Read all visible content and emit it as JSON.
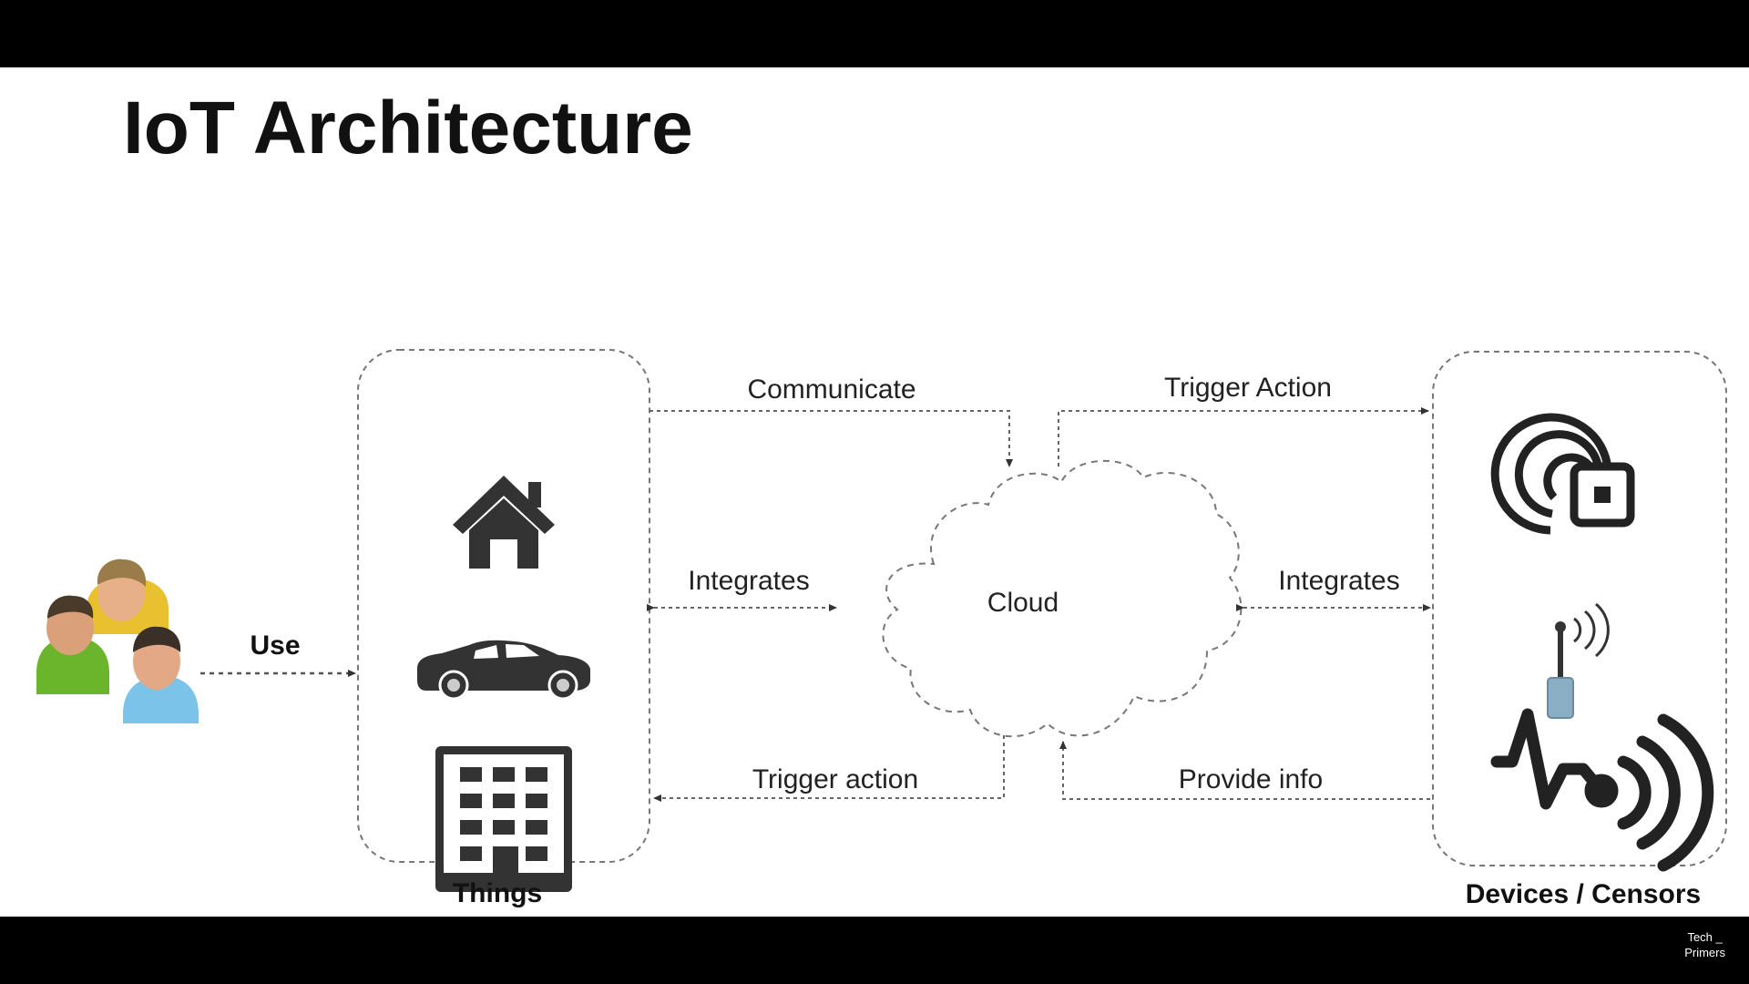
{
  "slide": {
    "title": "IoT Architecture"
  },
  "diagram": {
    "nodes": {
      "users": {
        "icon": "users-group-icon"
      },
      "things": {
        "label": "Things",
        "icons": [
          "house-icon",
          "car-icon",
          "building-icon"
        ]
      },
      "cloud": {
        "label": "Cloud"
      },
      "devices": {
        "label": "Devices / Censors",
        "icons": [
          "rfid-tag-icon",
          "antenna-signal-icon",
          "heartbeat-sensor-icon"
        ]
      }
    },
    "edges": {
      "use": "Use",
      "communicate": "Communicate",
      "integrates_left": "Integrates",
      "trigger_action_left": "Trigger action",
      "trigger_action_right": "Trigger Action",
      "integrates_right": "Integrates",
      "provide_info": "Provide info"
    }
  },
  "watermark": {
    "line1": "Tech _",
    "line2": "Primers"
  }
}
